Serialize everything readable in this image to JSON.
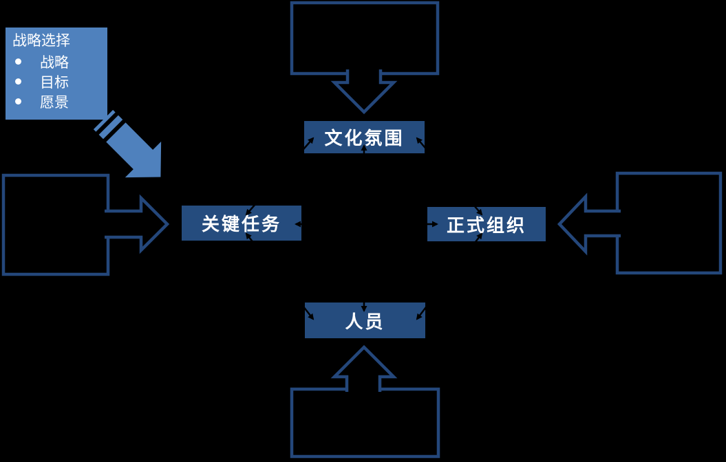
{
  "diagram": {
    "title_hint": "organization congruence model",
    "strategy_box": {
      "title": "战略选择",
      "items": [
        "战略",
        "目标",
        "愿景"
      ]
    },
    "nodes": {
      "culture": {
        "label": "文化氛围"
      },
      "key_tasks": {
        "label": "关键任务"
      },
      "formal_org": {
        "label": "正式组织"
      },
      "people": {
        "label": "人员"
      }
    },
    "empty_input_boxes": [
      "top",
      "left",
      "right",
      "bottom"
    ],
    "icons": {
      "hollow_arrows": [
        "down-hollow-arrow",
        "right-hollow-arrow",
        "left-hollow-arrow",
        "up-hollow-arrow"
      ],
      "striped_arrow": "striped-diagonal-arrow"
    }
  },
  "colors": {
    "background": "#000000",
    "outline": "#24477b",
    "node_fill": "#254c7e",
    "accent": "#4f81bd",
    "text": "#ffffff",
    "connector": "#000000"
  }
}
